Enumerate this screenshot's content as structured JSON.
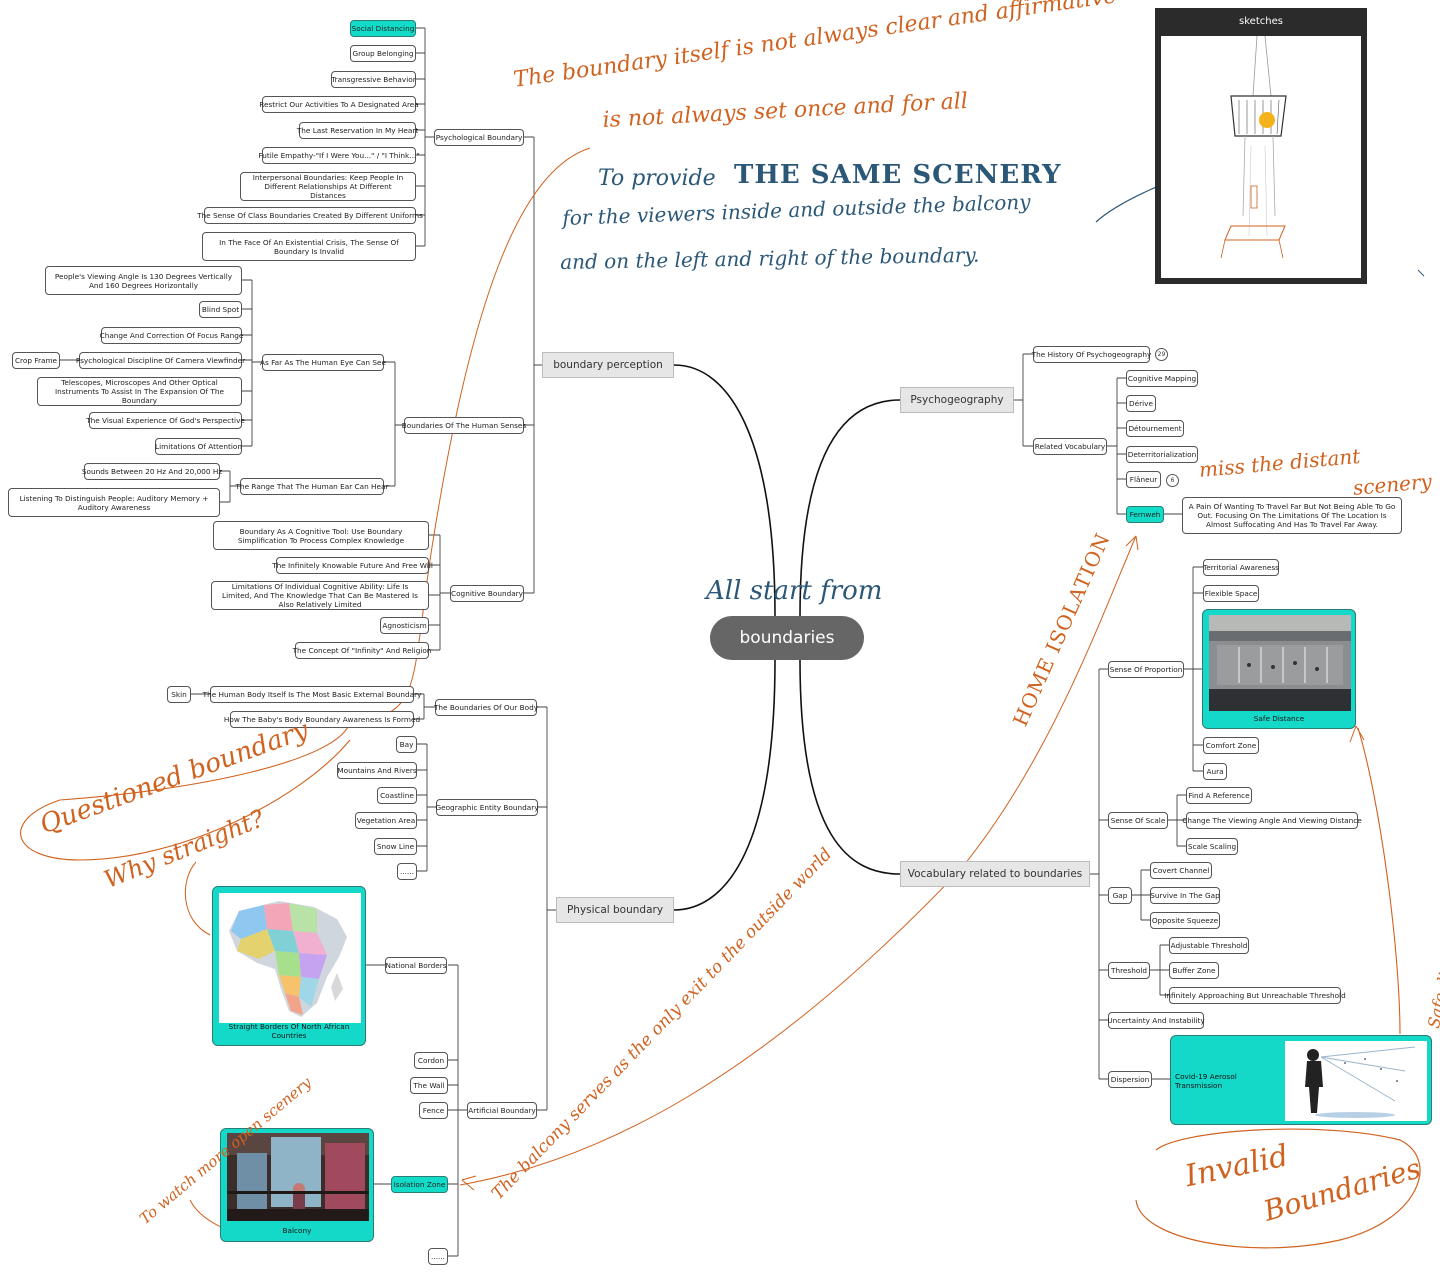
{
  "center": "boundaries",
  "center_note": "All start from",
  "sketch": {
    "title": "sketches"
  },
  "branches": {
    "perception": {
      "label": "boundary perception",
      "psychological": {
        "label": "Psychological Boundary",
        "items": [
          "Social Distancing",
          "Group Belonging",
          "Transgressive Behavior",
          "Restrict Our Activities To A Designated Area",
          "The Last Reservation In My Heart",
          "Futile Empathy-\"If I Were You...\" / \"I Think...\"",
          "Interpersonal Boundaries: Keep People In Different Relationships At Different Distances",
          "The Sense Of Class Boundaries Created By Different Uniforms",
          "In The Face Of An Existential Crisis, The Sense Of Boundary Is Invalid"
        ]
      },
      "senses": {
        "label": "Boundaries Of The Human Senses",
        "eye": {
          "label": "As Far As The Human Eye Can See",
          "items": [
            "People's Viewing Angle Is 130 Degrees Vertically And 160 Degrees Horizontally",
            "Blind Spot",
            "Change And Correction Of Focus Range",
            "Psychological Discipline Of Camera Viewfinder",
            "Telescopes, Microscopes And Other Optical Instruments To Assist In The Expansion Of The Boundary",
            "The Visual Experience Of God's Perspective",
            "Limitations Of Attention"
          ],
          "crop": "Crop Frame"
        },
        "ear": {
          "label": "The Range That The Human Ear Can Hear",
          "items": [
            "Sounds Between 20 Hz And 20,000 Hz",
            "Listening To Distinguish People: Auditory Memory + Auditory Awareness"
          ]
        }
      },
      "cognitive": {
        "label": "Cognitive Boundary",
        "items": [
          "Boundary As A Cognitive Tool: Use Boundary Simplification To Process Complex Knowledge",
          "The Infinitely Knowable Future And Free Will",
          "Limitations Of Individual Cognitive Ability: Life Is Limited, And The Knowledge That Can Be Mastered Is Also Relatively Limited",
          "Agnosticism",
          "The Concept Of \"Infinity\" And Religion"
        ]
      }
    },
    "physical": {
      "label": "Physical boundary",
      "body": {
        "label": "The Boundaries Of Our Body",
        "items": [
          "The Human Body Itself Is The Most Basic External Boundary",
          "How The Baby's Body Boundary Awareness Is Formed"
        ],
        "skin": "Skin"
      },
      "geo": {
        "label": "Geographic Entity Boundary",
        "items": [
          "Bay",
          "Mountains And Rivers",
          "Coastline",
          "Vegetation Area",
          "Snow Line",
          "......"
        ]
      },
      "national": {
        "label": "National Borders",
        "caption": "Straight Borders Of North African Countries"
      },
      "artificial": {
        "label": "Artificial Boundary",
        "items": [
          "Cordon",
          "The Wall",
          "Fence"
        ]
      },
      "isolation": {
        "label": "Isolation Zone",
        "caption": "Balcony"
      },
      "more": "......"
    },
    "psychogeo": {
      "label": "Psychogeography",
      "history": "The History Of Psychogeography",
      "history_badge": "29",
      "vocab": {
        "label": "Related Vocabulary",
        "items": [
          "Cognitive Mapping",
          "Dérive",
          "Détournement",
          "Deterritorialization",
          "Flâneur",
          "Fernweh"
        ],
        "flaneur_badge": "6",
        "fernweh_desc": "A Pain Of Wanting To Travel Far But Not Being Able To Go Out. Focusing On The Limitations Of The Location Is Almost Suffocating And Has To Travel Far Away."
      }
    },
    "vocab_boundary": {
      "label": "Vocabulary related to boundaries",
      "proportion": {
        "label": "Sense Of Proportion",
        "items": [
          "Territorial Awareness",
          "Flexible Space",
          "Comfort Zone",
          "Aura"
        ],
        "caption": "Safe Distance"
      },
      "scale": {
        "label": "Sense Of Scale",
        "items": [
          "Find A Reference",
          "Change The Viewing Angle And Viewing Distance",
          "Scale Scaling"
        ]
      },
      "gap": {
        "label": "Gap",
        "items": [
          "Covert Channel",
          "Survive In The Gap",
          "Opposite Squeeze"
        ]
      },
      "threshold": {
        "label": "Threshold",
        "items": [
          "Adjustable Threshold",
          "Buffer Zone",
          "Infinitely Approaching But Unreachable Threshold"
        ]
      },
      "uncertainty": "Uncertainty And Instability",
      "dispersion": {
        "label": "Dispersion",
        "caption": "Covid-19 Aerosol Transmission"
      }
    }
  },
  "annotations": {
    "top1": "The boundary itself is not always clear and affirmative",
    "top2": "is not always set once and for all",
    "blue1a": "To provide",
    "blue1b": "THE SAME SCENERY",
    "blue2": "for the viewers inside and outside the balcony",
    "blue3": "and on the left and right of the boundary.",
    "questioned": "Questioned boundary",
    "why": "Why straight?",
    "open": "To watch more open scenery",
    "balcony_exit": "The balcony serves as the only exit to the outside world",
    "home": "HOME ISOLATION",
    "miss1": "miss the distant",
    "miss2": "scenery",
    "safe": "Safe distance is not always safe.",
    "invalid1": "Invalid",
    "invalid2": "Boundaries"
  },
  "colors": {
    "highlight": "#12dcc8",
    "ink_orange": "#d0621f",
    "ink_blue": "#2c5878",
    "center": "#666666"
  }
}
